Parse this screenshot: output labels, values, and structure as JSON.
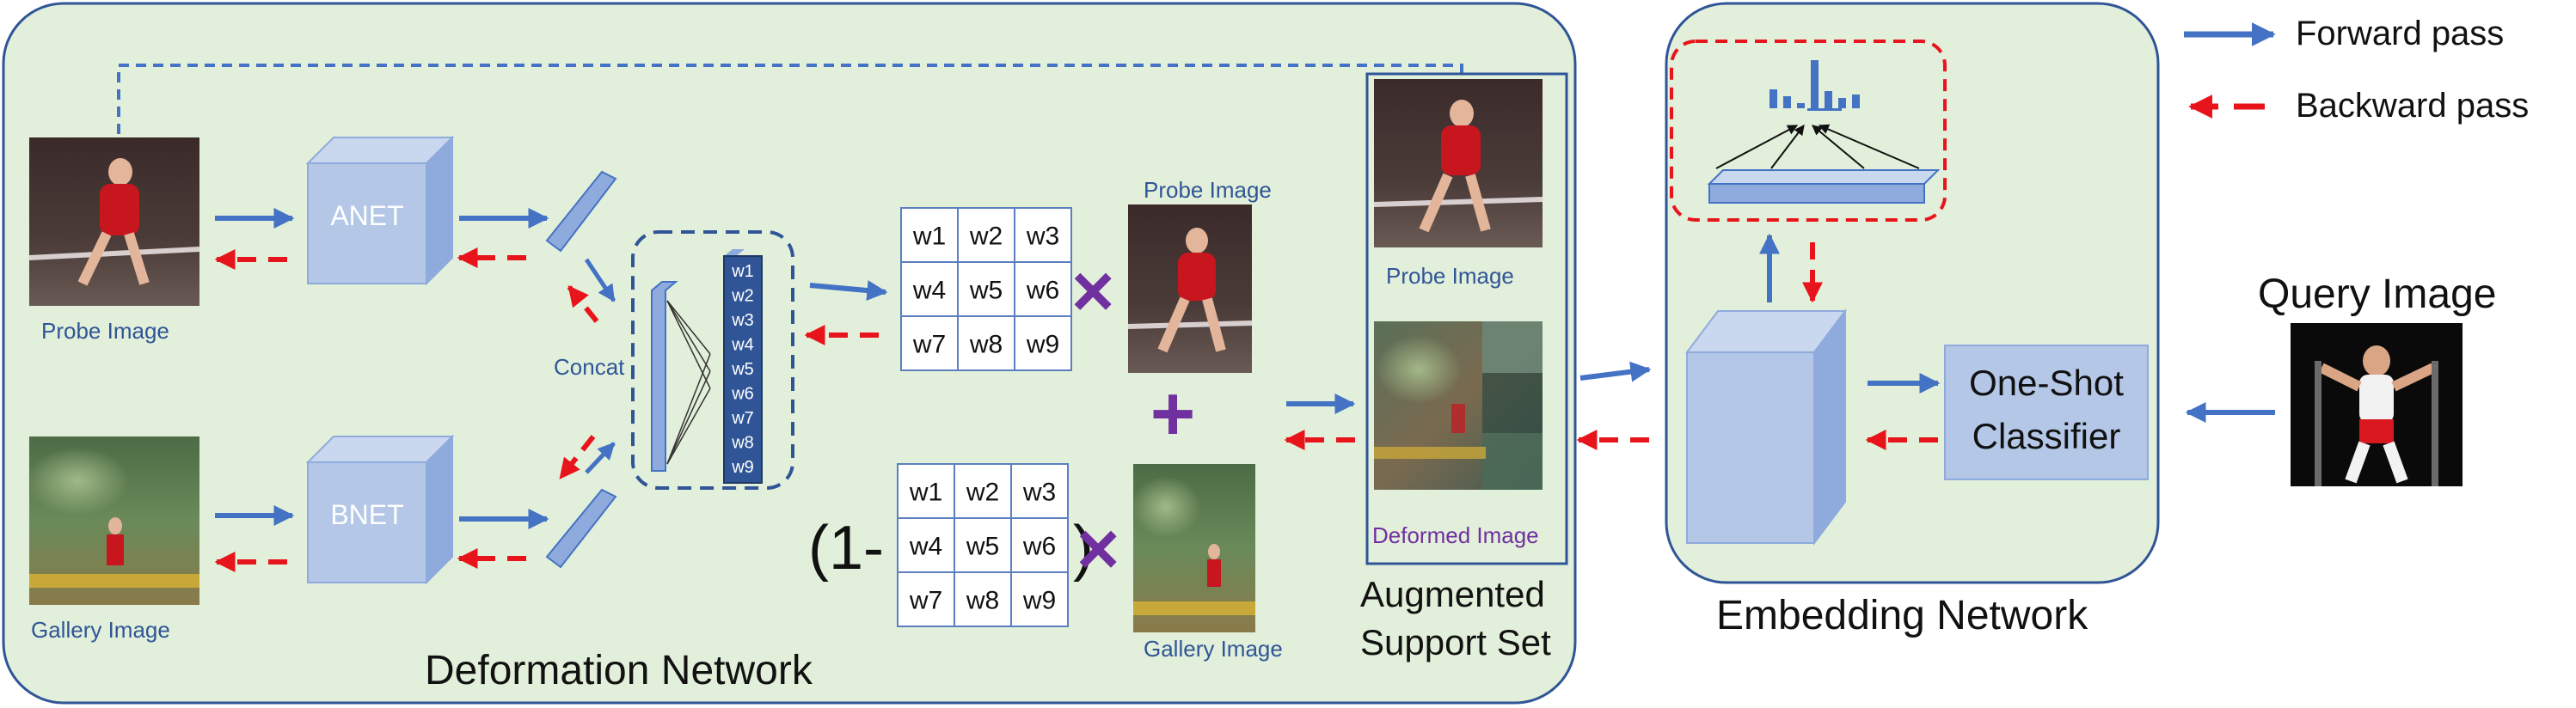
{
  "legend": {
    "forward_label": "Forward pass",
    "backward_label": "Backward pass",
    "colors": {
      "forward": "#4472c4",
      "backward": "#e8141b"
    }
  },
  "deformation_network": {
    "title": "Deformation  Network",
    "probe_image_label": "Probe Image",
    "gallery_image_label": "Gallery Image",
    "anet_label": "ANET",
    "bnet_label": "BNET",
    "concat_label": "Concat",
    "weight_vector": [
      "w1",
      "w2",
      "w3",
      "w4",
      "w5",
      "w6",
      "w7",
      "w8",
      "w9"
    ],
    "weight_grid_top": [
      "w1",
      "w2",
      "w3",
      "w4",
      "w5",
      "w6",
      "w7",
      "w8",
      "w9"
    ],
    "weight_grid_bottom": [
      "w1",
      "w2",
      "w3",
      "w4",
      "w5",
      "w6",
      "w7",
      "w8",
      "w9"
    ],
    "one_minus_open": "(1-",
    "one_minus_close": ")",
    "multiply_symbol": "×",
    "plus_symbol": "+",
    "probe_image_right_label": "Probe Image",
    "gallery_image_right_label": "Gallery Image"
  },
  "support_set": {
    "title_line1": "Augmented",
    "title_line2": "Support Set",
    "probe_image_label": "Probe Image",
    "deformed_image_label": "Deformed Image"
  },
  "embedding_network": {
    "title": "Embedding Network",
    "classifier_line1": "One-Shot",
    "classifier_line2": "Classifier"
  },
  "query": {
    "title": "Query Image"
  },
  "colors": {
    "panel_fill": "#e2efda",
    "panel_stroke": "#2f5597",
    "box_fill": "#b4c7e7",
    "box_stroke": "#8faadc",
    "accent_purple": "#7030a0",
    "weight_vector_fill": "#2f5597"
  }
}
